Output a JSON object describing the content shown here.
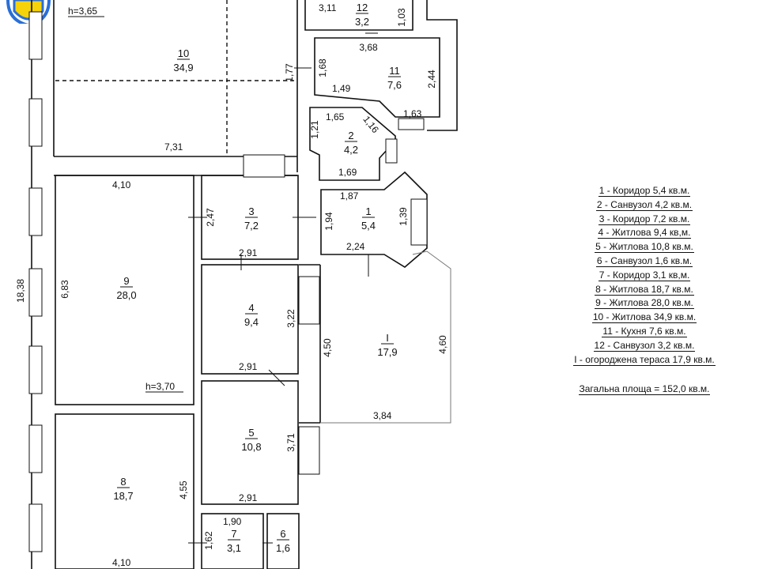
{
  "height_labels": {
    "top": "h=3,65",
    "room9": "h=3,70"
  },
  "overall_dim": "18,38",
  "rooms": [
    {
      "id": "10",
      "num": "10",
      "area": "34,9"
    },
    {
      "id": "12",
      "num": "12",
      "area": "3,2"
    },
    {
      "id": "11",
      "num": "11",
      "area": "7,6"
    },
    {
      "id": "2",
      "num": "2",
      "area": "4,2"
    },
    {
      "id": "1",
      "num": "1",
      "area": "5,4"
    },
    {
      "id": "3",
      "num": "3",
      "area": "7,2"
    },
    {
      "id": "9",
      "num": "9",
      "area": "28,0"
    },
    {
      "id": "4",
      "num": "4",
      "area": "9,4"
    },
    {
      "id": "5",
      "num": "5",
      "area": "10,8"
    },
    {
      "id": "8",
      "num": "8",
      "area": "18,7"
    },
    {
      "id": "7",
      "num": "7",
      "area": "3,1"
    },
    {
      "id": "6",
      "num": "6",
      "area": "1,6"
    },
    {
      "id": "I",
      "num": "I",
      "area": "17,9"
    }
  ],
  "dims": {
    "d_3_11": "3,11",
    "d_1_03": "1,03",
    "d_3_68": "3,68",
    "d_1_68": "1,68",
    "d_1_77": "1,77",
    "d_1_49": "1,49",
    "d_2_44": "2,44",
    "d_1_63": "1,63",
    "d_1_65": "1,65",
    "d_1_21": "1,21",
    "d_1_16": "1,16",
    "d_1_69": "1,69",
    "d_7_31": "7,31",
    "d_1_87": "1,87",
    "d_4_10_top": "4,10",
    "d_2_47": "2,47",
    "d_1_94": "1,94",
    "d_1_39": "1,39",
    "d_2_24": "2,24",
    "d_2_91_a": "2,91",
    "d_6_83": "6,83",
    "d_3_22": "3,22",
    "d_4_50": "4,50",
    "d_4_60": "4,60",
    "d_2_91_b": "2,91",
    "d_3_84": "3,84",
    "d_3_71": "3,71",
    "d_4_55": "4,55",
    "d_2_91_c": "2,91",
    "d_1_90": "1,90",
    "d_1_62": "1,62",
    "d_4_10_bottom": "4,10"
  },
  "legend": [
    "1 - Коридор 5,4 кв.м.",
    "2 - Санвузол 4,2 кв.м.",
    "3 - Коридор 7,2 кв.м.",
    "4 - Житлова 9,4 кв,м.",
    "5 - Житлова 10,8 кв.м.",
    "6 - Санвузол 1,6 кв.м.",
    "7 - Коридор 3,1 кв,м.",
    "8 - Житлова 18,7 кв.м.",
    "9 - Житлова 28,0 кв.м.",
    "10 - Житлова 34,9 кв.м.",
    "11 - Кухня 7,6 кв.м.",
    "12 - Санвузол 3,2 кв.м.",
    "I - огороджена тераса 17,9 кв.м."
  ],
  "total_area": "Загальна площа = 152,0 кв.м.",
  "colors": {
    "line": "#111111",
    "terrace": "#777777",
    "badge_yellow": "#f5d20a",
    "badge_blue": "#2a6fd6"
  }
}
